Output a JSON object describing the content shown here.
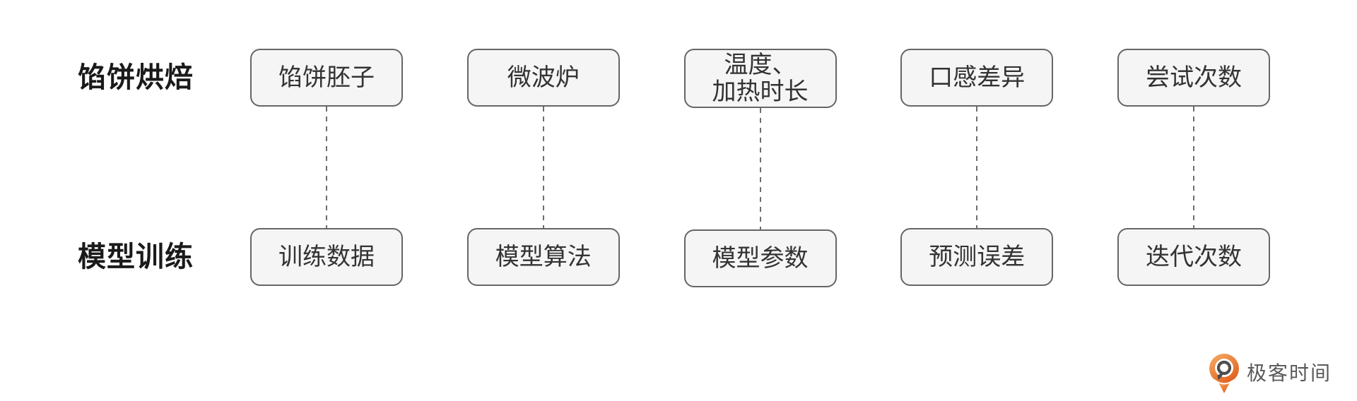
{
  "rows": [
    {
      "label": "馅饼烘焙"
    },
    {
      "label": "模型训练"
    }
  ],
  "columns": [
    {
      "top": "馅饼胚子",
      "bottom": "训练数据"
    },
    {
      "top": "微波炉",
      "bottom": "模型算法"
    },
    {
      "top": "温度、\n加热时长",
      "bottom": "模型参数"
    },
    {
      "top": "口感差异",
      "bottom": "预测误差"
    },
    {
      "top": "尝试次数",
      "bottom": "迭代次数"
    }
  ],
  "logo": {
    "text": "极客时间"
  },
  "colors": {
    "box_fill": "#f5f5f5",
    "box_border": "#666666",
    "box_text": "#333333",
    "row_label_text": "#1a1a1a",
    "connector": "#6e6e6e",
    "logo_orange_light": "#F4A862",
    "logo_orange_dark": "#E05A17",
    "logo_glyph": "#4d4d4d",
    "logo_text": "#595959"
  }
}
